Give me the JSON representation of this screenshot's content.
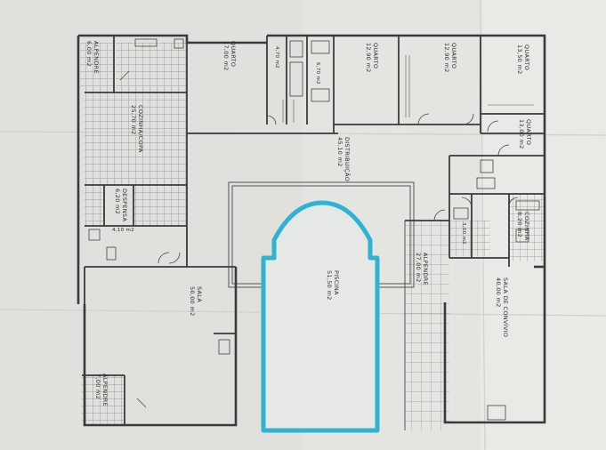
{
  "diagram": {
    "rooms": [
      {
        "id": "alpendre-nw",
        "name": "ALPENDRE",
        "area": "6,00 m2"
      },
      {
        "id": "cozinha-copa",
        "name": "COZINHA/COPA",
        "area": "25,70 m2"
      },
      {
        "id": "quarto-1",
        "name": "QUARTO",
        "area": "17,00 m2"
      },
      {
        "id": "bath-1",
        "name": "",
        "area": "4,70 m2"
      },
      {
        "id": "bath-2",
        "name": "",
        "area": "6,70 m2"
      },
      {
        "id": "quarto-2",
        "name": "QUARTO",
        "area": "12,90 m2"
      },
      {
        "id": "quarto-3",
        "name": "QUARTO",
        "area": "12,90 m2"
      },
      {
        "id": "quarto-4",
        "name": "QUARTO",
        "area": "13,50 m2"
      },
      {
        "id": "quarto-5",
        "name": "QUARTO",
        "area": "13,00 m2"
      },
      {
        "id": "distribuicao",
        "name": "DISTRIBUIÇÃO",
        "area": "45,10 m2"
      },
      {
        "id": "despensa",
        "name": "DESPENSA",
        "area": "6,20 m2"
      },
      {
        "id": "bath-3",
        "name": "",
        "area": "4,10 m2"
      },
      {
        "id": "sala",
        "name": "SALA",
        "area": "50,00 m2"
      },
      {
        "id": "alpendre-sw",
        "name": "ALPENDRE",
        "area": "7,00 m2"
      },
      {
        "id": "piscina",
        "name": "PISCINA",
        "area": "51,50 m2"
      },
      {
        "id": "alpendre-e",
        "name": "ALPENDRE",
        "area": "27,00 m2"
      },
      {
        "id": "bath-4",
        "name": "",
        "area": "3,00 m2"
      },
      {
        "id": "cozinha",
        "name": "COZINHA",
        "area": "8,20 m2"
      },
      {
        "id": "sala-convivio",
        "name": "SALA DE CONVÍVIO",
        "area": "40,00 m2"
      }
    ],
    "colors": {
      "paper": "#e4e4e1",
      "ink": "#2c2c2c",
      "wall": "#3a3a3a",
      "pool_outline": "#2fb3d3"
    }
  }
}
